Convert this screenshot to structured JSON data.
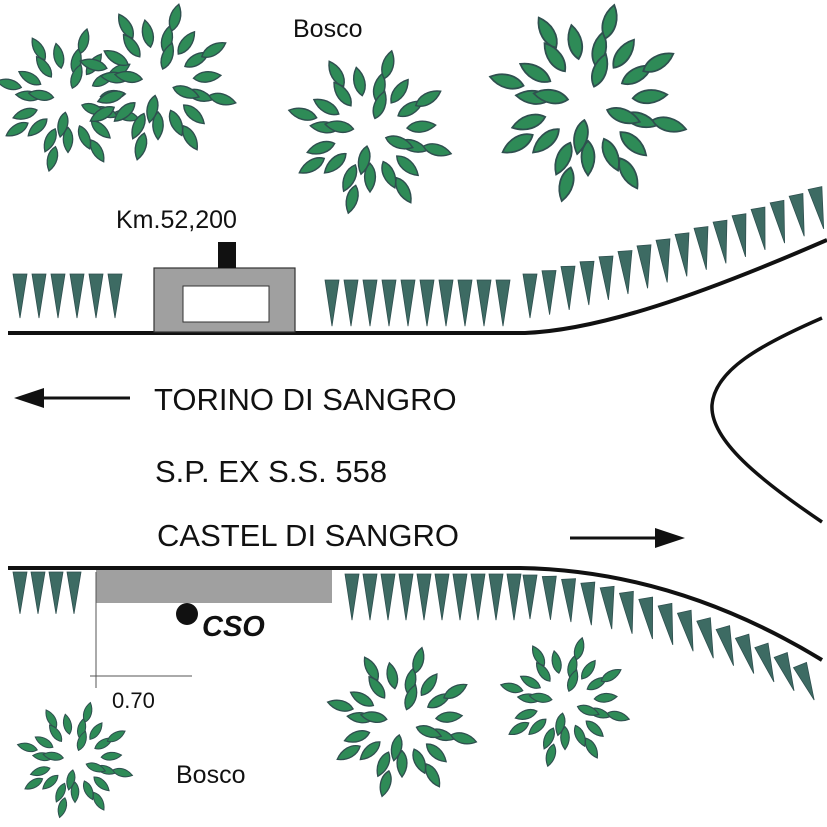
{
  "labels": {
    "forest_top": "Bosco",
    "forest_bottom": "Bosco",
    "km_marker": "Km.52,200",
    "direction_left": "TORINO DI SANGRO",
    "road_name": "S.P. EX S.S. 558",
    "direction_right": "CASTEL DI SANGRO",
    "station_code": "CSO",
    "offset_distance": "0.70"
  },
  "colors": {
    "foliage": "#2e8b57",
    "foliage_outline": "#2f4f4f",
    "embankment": "#3d6b63",
    "structure": "#a0a0a0",
    "road": "#111111",
    "background": "#ffffff"
  },
  "icons": {
    "tree": "tree-crown-icon",
    "arrow_left": "arrow-left-icon",
    "arrow_right": "arrow-right-icon",
    "station_point": "station-point-icon"
  }
}
